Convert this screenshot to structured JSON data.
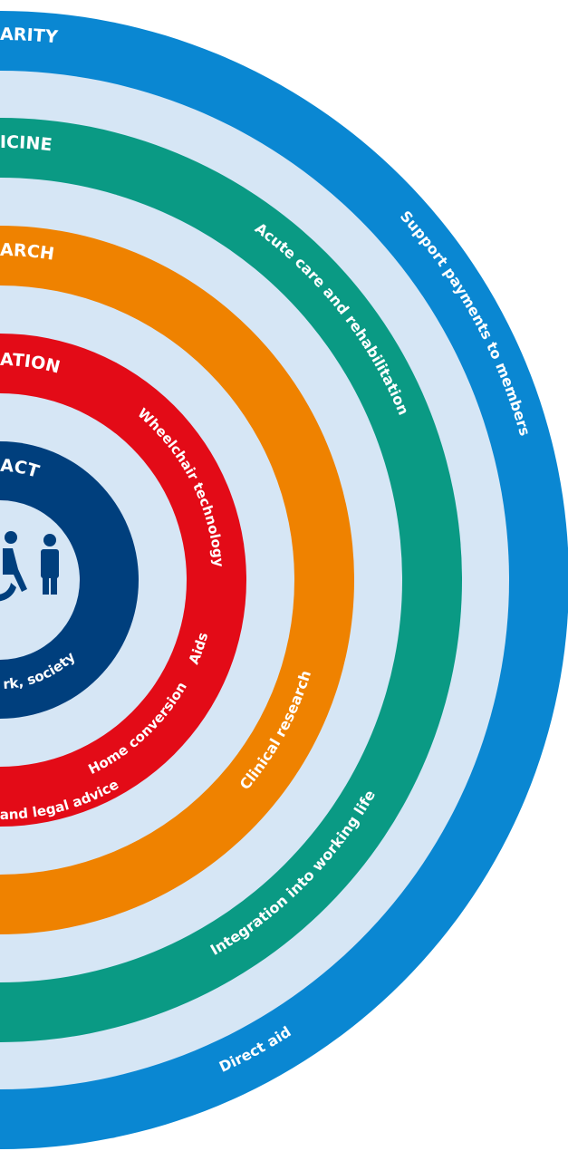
{
  "rings": [
    {
      "id": "solidarity",
      "title": "ARITY",
      "color": "#0a87d2",
      "items": [
        "Support payments to members",
        "Direct aid"
      ]
    },
    {
      "id": "medicine",
      "title": "ICINE",
      "color": "#0a9a84",
      "items": [
        "Acute care and rehabilitation",
        "Integration into working life"
      ]
    },
    {
      "id": "research",
      "title": "ARCH",
      "color": "#ef8200",
      "items": [
        "Clinical research"
      ]
    },
    {
      "id": "integration",
      "title": "ATION",
      "color": "#e30b17",
      "items": [
        "Wheelchair technology",
        "Aids",
        "Home conversion",
        "and legal advice"
      ]
    },
    {
      "id": "contact",
      "title": "ACT",
      "color": "#003f7d",
      "items": [
        "rk, society"
      ]
    }
  ],
  "gap_color": "#d6e6f5",
  "icons": [
    "wheelchair-user-icon",
    "standing-person-icon"
  ]
}
